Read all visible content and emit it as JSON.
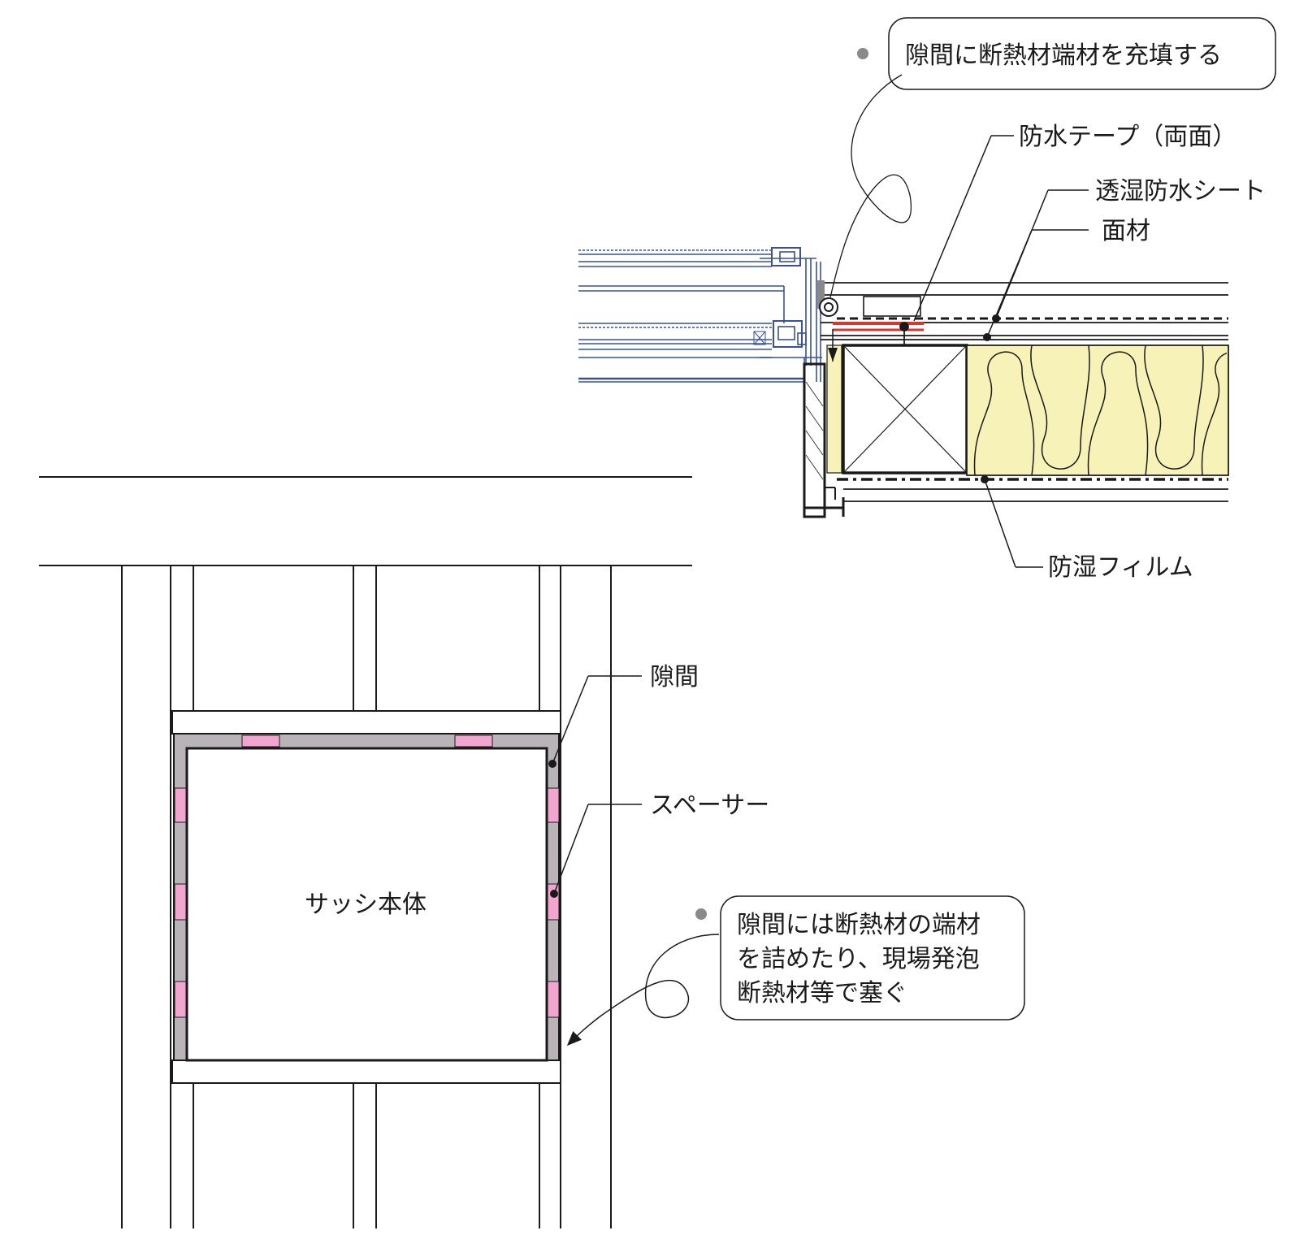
{
  "labels": {
    "gap_fill_note": "隙間に断熱材端材を充填する",
    "waterproof_tape": "防水テープ（両面）",
    "breathable_sheet": "透湿防水シート",
    "sheathing": "面材",
    "vapor_film": "防湿フィルム",
    "gap": "隙間",
    "spacer": "スペーサー",
    "sash_body": "サッシ本体",
    "gap_note_lines": [
      "隙間には断熱材の端材",
      "を詰めたり、現場発泡",
      "断熱材等で塞ぐ"
    ]
  },
  "colors": {
    "line": "#1a1a1a",
    "sash_blue": "#3a4fa0",
    "tape_red": "#d9382e",
    "insulation_yellow": "#f7f3b8",
    "spacer_pink": "#f2a6cf",
    "gap_gray": "#b8b4b8",
    "callout_dot": "#8a8a8a"
  }
}
